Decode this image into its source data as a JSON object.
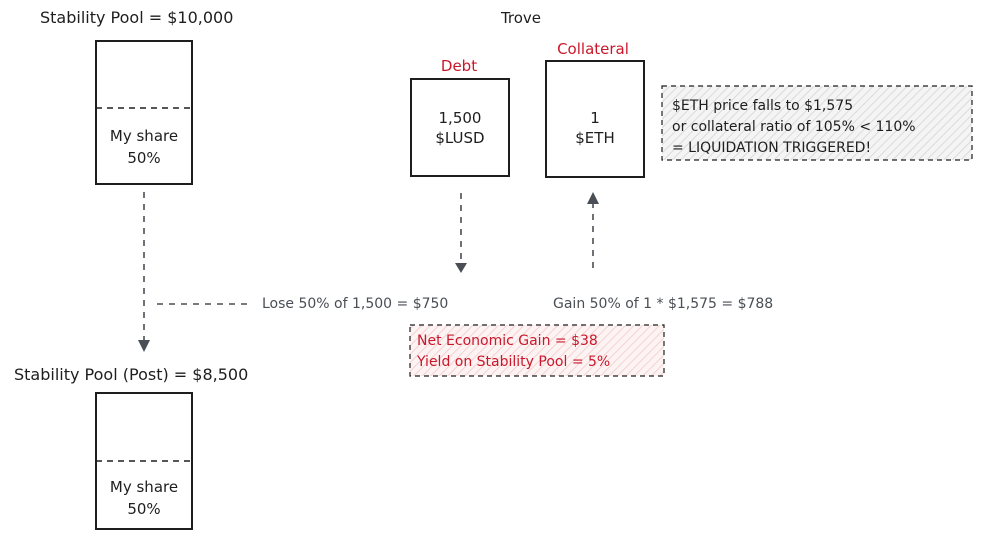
{
  "pool_before": {
    "title": "Stability Pool = $10,000",
    "share_line1": "My share",
    "share_line2": "50%"
  },
  "trove": {
    "title": "Trove",
    "debt_label": "Debt",
    "debt_line1": "1,500",
    "debt_line2": "$LUSD",
    "collateral_label": "Collateral",
    "collateral_line1": "1",
    "collateral_line2": "$ETH"
  },
  "liquidation_note": {
    "line1": "$ETH price falls to $1,575",
    "line2": "or collateral ratio of 105% < 110%",
    "line3": "= LIQUIDATION TRIGGERED!"
  },
  "flows": {
    "lose": "Lose 50% of 1,500 = $750",
    "gain": "Gain 50% of 1 * $1,575 = $788"
  },
  "result_note": {
    "line1": "Net Economic Gain = $38",
    "line2": "Yield on Stability Pool = 5%"
  },
  "pool_after": {
    "title": "Stability Pool (Post) = $8,500",
    "share_line1": "My share",
    "share_line2": "50%"
  },
  "colors": {
    "ink": "#1e1e1e",
    "arrow": "#4a4f55",
    "accent_red": "#c9182b"
  }
}
